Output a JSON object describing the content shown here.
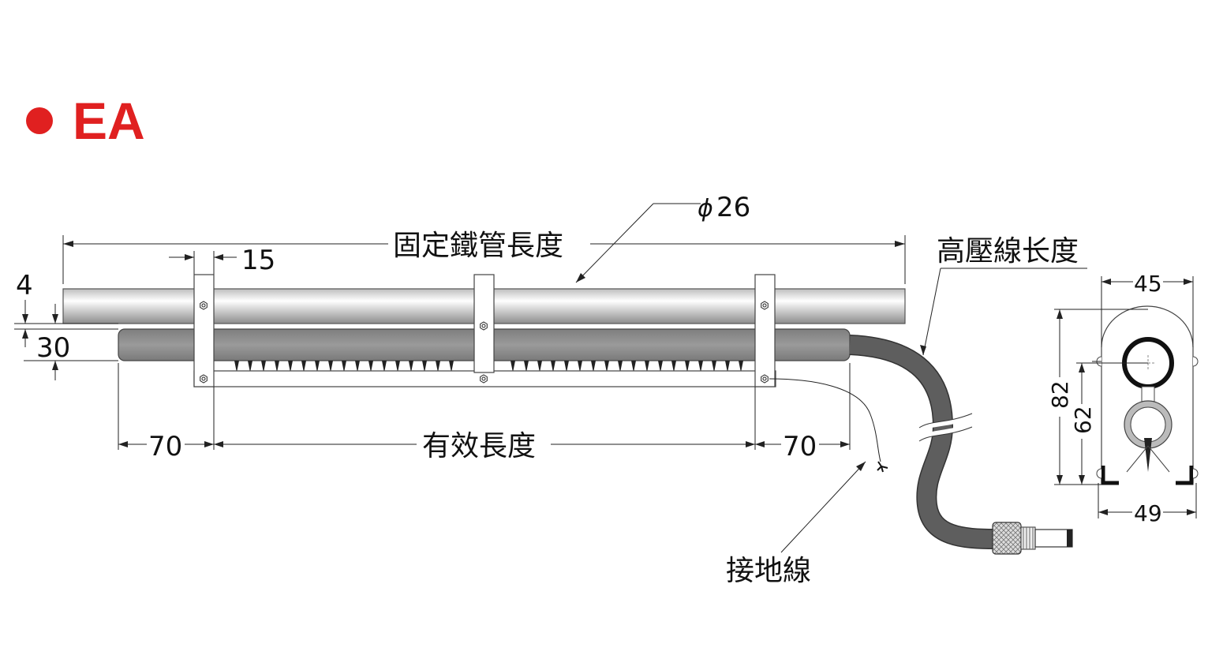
{
  "title": {
    "dot_color": "#e02020",
    "text": "EA",
    "color": "#e02020"
  },
  "labels": {
    "fixed_tube_length": "固定鐵管長度",
    "hv_cable_length": "高壓線长度",
    "effective_length": "有效長度",
    "ground_wire": "接地線",
    "diameter": "26",
    "diameter_symbol": "ϕ"
  },
  "dimensions": {
    "bracket_width": "15",
    "gap_4": "4",
    "height_30": "30",
    "left_70": "70",
    "right_70": "70",
    "width_45": "45",
    "height_82": "82",
    "height_62": "62",
    "width_49": "49"
  },
  "colors": {
    "tube_light": "#f2f2f2",
    "tube_dark": "#9a9a9a",
    "bar_fill": "#8f8f8f",
    "cable": "#5a5a5a",
    "accent_red": "#e02020"
  }
}
